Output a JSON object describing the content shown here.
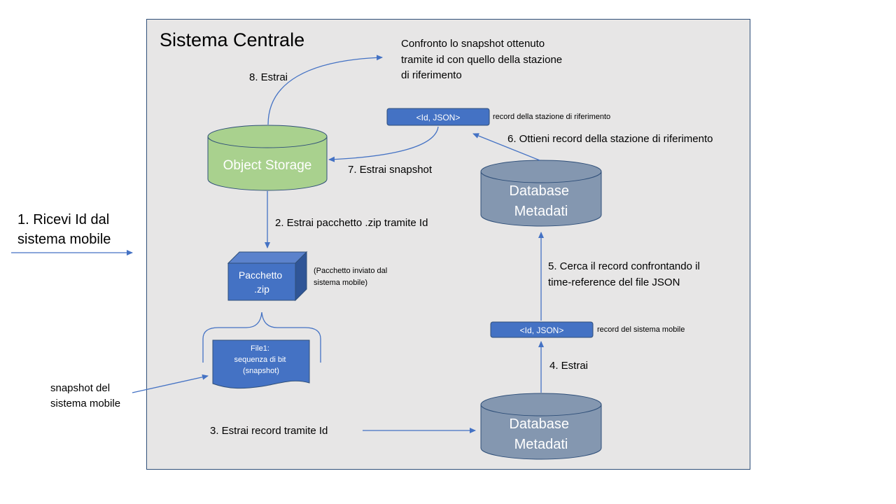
{
  "title": "Sistema Centrale",
  "colors": {
    "frame_fill": "#e7e6e6",
    "frame_stroke": "#2f4f79",
    "arrow": "#4472c4",
    "object_storage": "#a9d18e",
    "database": "#8497b0",
    "blue_shape": "#4472c4",
    "blue_shape_dark": "#2f5597"
  },
  "external": {
    "receive_id": [
      "1. Ricevi Id dal",
      "sistema mobile"
    ],
    "snapshot_label": [
      "snapshot del",
      "sistema mobile"
    ]
  },
  "nodes": {
    "object_storage": "Object Storage",
    "db_top": [
      "Database",
      "Metadati"
    ],
    "db_bottom": [
      "Database",
      "Metadati"
    ],
    "package": [
      "Pacchetto",
      ".zip"
    ],
    "package_note": [
      "(Pacchetto inviato dal",
      "sistema mobile)"
    ],
    "file": [
      "File1:",
      "sequenza di bit",
      "(snapshot)"
    ],
    "record_ref": "<Id, JSON>",
    "record_ref_note": "record della stazione di riferimento",
    "record_mobile": "<Id, JSON>",
    "record_mobile_note": "record del sistema mobile",
    "compare_note": [
      "Confronto lo snapshot ottenuto",
      "tramite id con quello della stazione",
      "di riferimento"
    ]
  },
  "steps": {
    "s2": "2. Estrai pacchetto .zip tramite Id",
    "s3": "3. Estrai record tramite Id",
    "s4": "4. Estrai",
    "s5": [
      "5. Cerca il record confrontando il",
      "time-reference del file JSON"
    ],
    "s6": "6. Ottieni record della stazione di riferimento",
    "s7": "7. Estrai snapshot",
    "s8": "8. Estrai"
  }
}
